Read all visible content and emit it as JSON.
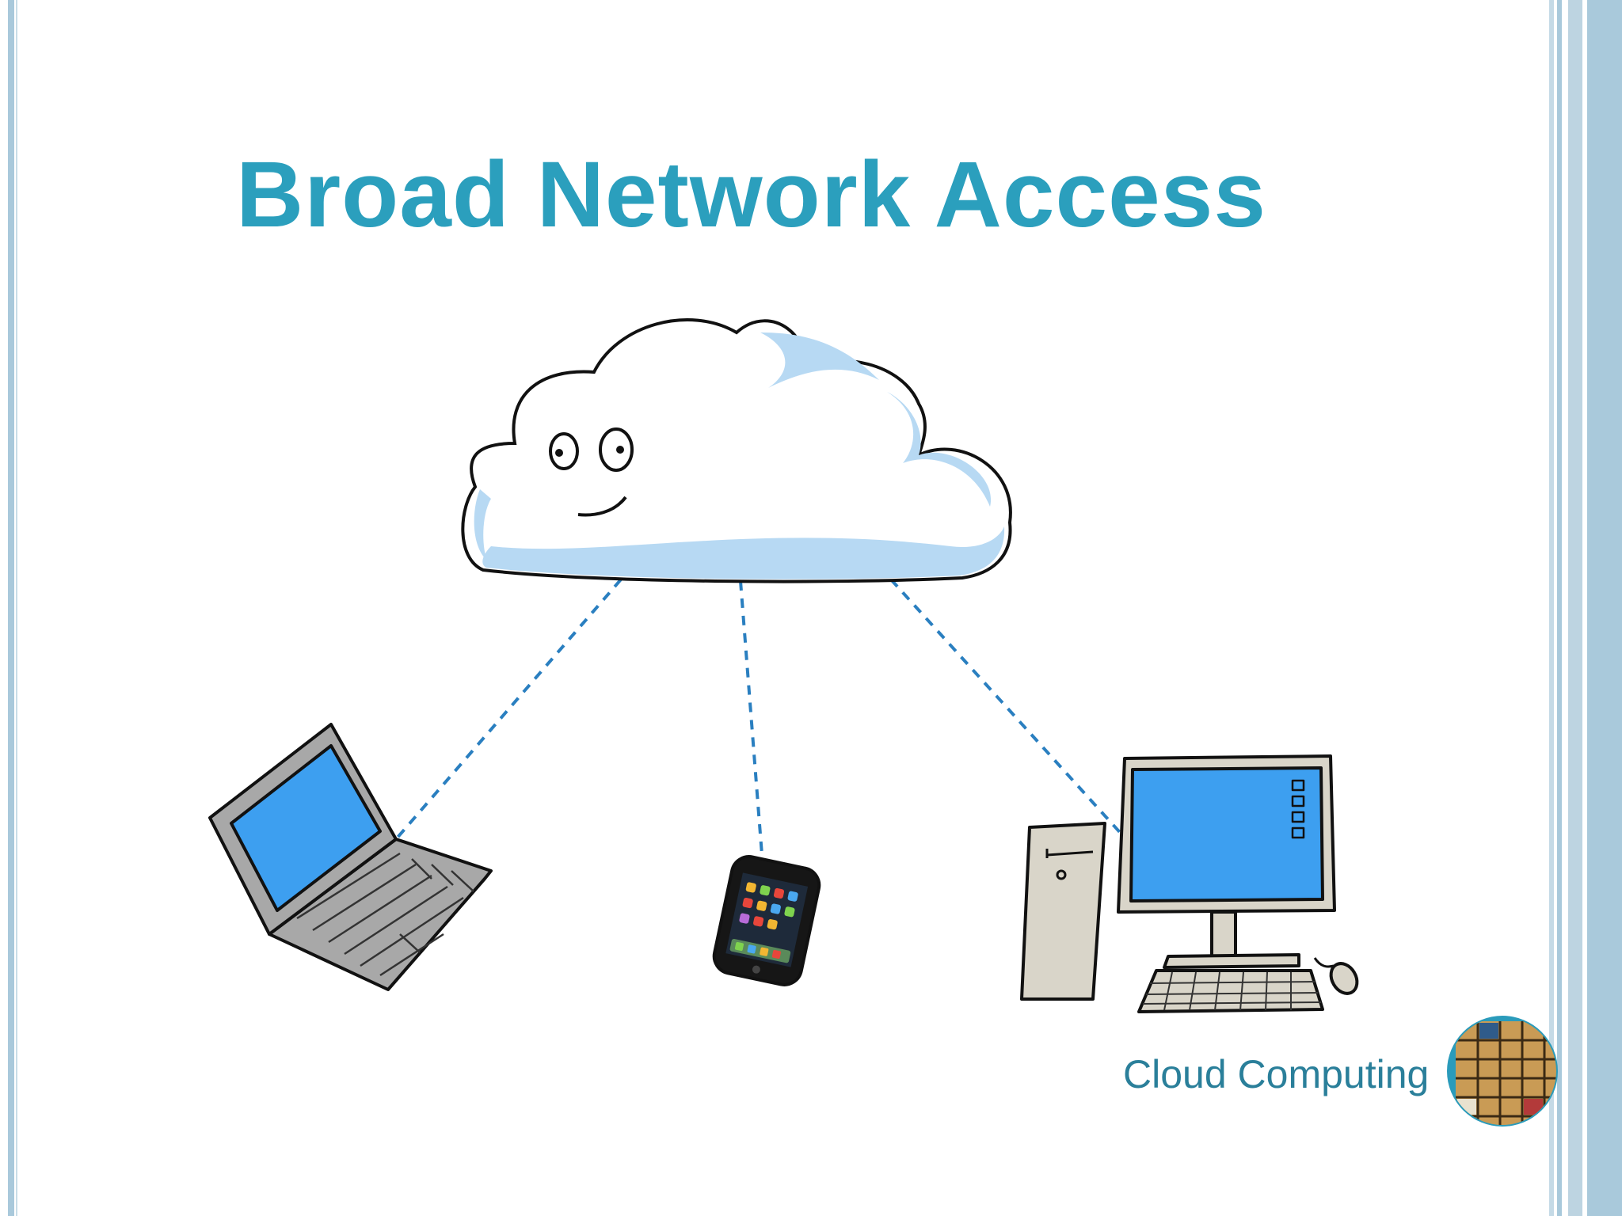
{
  "title": "Broad Network Access",
  "footer": {
    "label": "Cloud Computing"
  },
  "colors": {
    "title": "#2b9fbd",
    "footer_text": "#2a7f9a",
    "screen_blue": "#3d9ff0",
    "cloud_shade": "#b7d9f3",
    "connector": "#2a7fc0",
    "border_blue": "#a9c9db"
  },
  "diagram": {
    "center_node": "smiling-cloud",
    "clients": [
      "laptop",
      "smartphone",
      "desktop-computer"
    ],
    "connector_style": "dashed"
  }
}
